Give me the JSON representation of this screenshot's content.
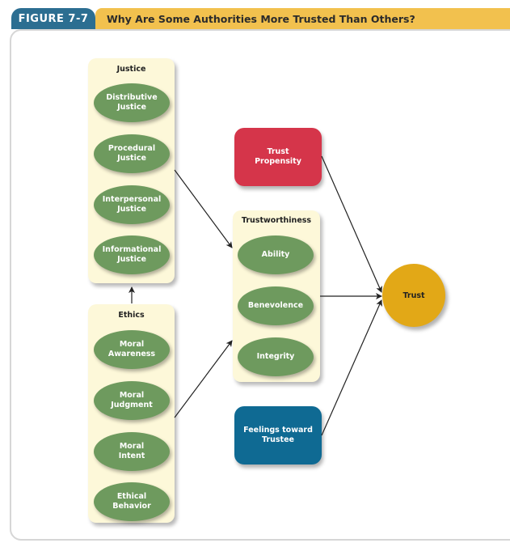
{
  "header": {
    "figure_label": "FIGURE 7-7",
    "title": "Why Are Some Authorities More Trusted Than Others?"
  },
  "colors": {
    "tab": "#2c6e91",
    "title_bar": "#f2c14e",
    "panel": "#fdf8d9",
    "oval": "#6e9a5e",
    "trust_propensity": "#d5354a",
    "feelings_toward_trustee": "#0f6a93",
    "trust": "#e2a817"
  },
  "justice": {
    "title": "Justice",
    "items": [
      "Distributive\nJustice",
      "Procedural\nJustice",
      "Interpersonal\nJustice",
      "Informational\nJustice"
    ]
  },
  "ethics": {
    "title": "Ethics",
    "items": [
      "Moral\nAwareness",
      "Moral\nJudgment",
      "Moral\nIntent",
      "Ethical\nBehavior"
    ]
  },
  "trustworthiness": {
    "title": "Trustworthiness",
    "items": [
      "Ability",
      "Benevolence",
      "Integrity"
    ]
  },
  "trust_propensity": {
    "label": "Trust\nPropensity"
  },
  "feelings_toward_trustee": {
    "label": "Feelings toward\nTrustee"
  },
  "trust": {
    "label": "Trust"
  },
  "connections": [
    {
      "from": "Justice",
      "to": "Trustworthiness"
    },
    {
      "from": "Ethics",
      "to": "Trustworthiness"
    },
    {
      "from": "Ethics",
      "to": "Justice"
    },
    {
      "from": "Trust Propensity",
      "to": "Trust"
    },
    {
      "from": "Trustworthiness",
      "to": "Trust"
    },
    {
      "from": "Feelings toward Trustee",
      "to": "Trust"
    }
  ]
}
